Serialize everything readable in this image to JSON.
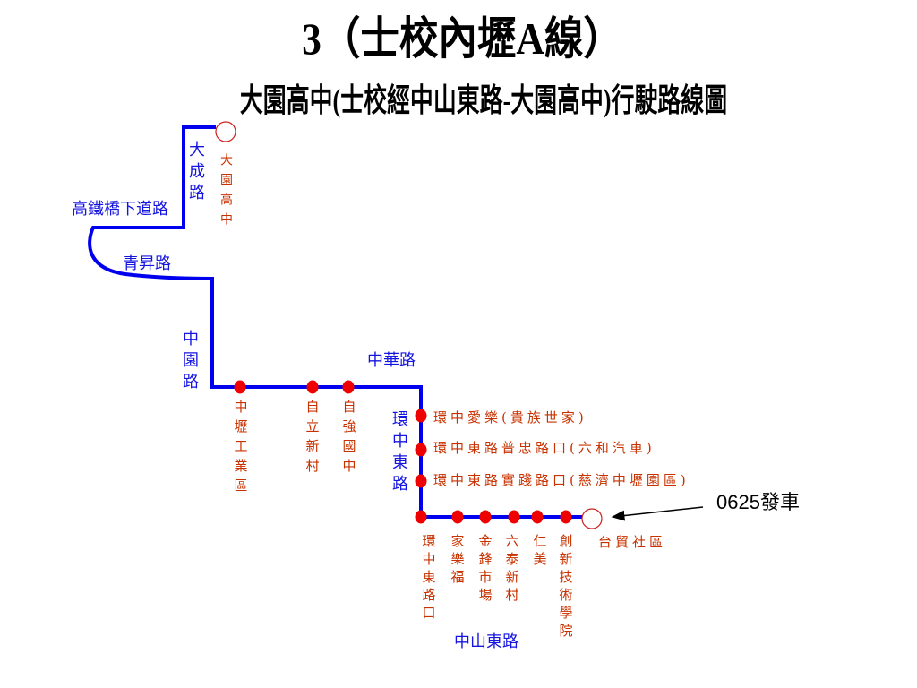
{
  "title": "3（士校內壢A線）",
  "subtitle": "大園高中(士校經中山東路-大園高中)行駛路線圖",
  "roads": {
    "dacheng": "大成路",
    "gaotie_underpass": "高鐵橋下道路",
    "qingsheng": "青昇路",
    "zhongyuan": "中園路",
    "zhonghua": "中華路",
    "huanzhong_east": "環中東路",
    "zhongshan_east": "中山東路"
  },
  "terminals": {
    "start": "大園高中",
    "end": "台貿社區"
  },
  "stops": {
    "zhonghua_road": [
      "中壢工業區",
      "自立新村",
      "自強國中"
    ],
    "huanzhong_east_road": [
      "環中愛樂(貴族世家)",
      "環中東路普忠路口(六和汽車)",
      "環中東路實踐路口(慈濟中壢園區)"
    ],
    "zhongshan_east_road": [
      "環中東路口",
      "家樂福",
      "金鋒市場",
      "六泰新村",
      "仁美",
      "創新技術學院"
    ]
  },
  "departure": "0625發車",
  "colors": {
    "route_line": "#0000ee",
    "road_label": "#1515e0",
    "stop_label": "#c83200",
    "stop_dot": "#ee0000",
    "terminal_ring": "#d02020"
  }
}
